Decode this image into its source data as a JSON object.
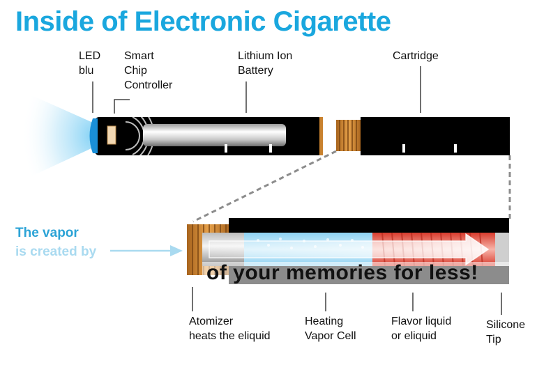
{
  "title": "Inside of Electronic Cigarette",
  "labels": {
    "led": [
      "LED",
      "blu"
    ],
    "chip": [
      "Smart",
      "Chip",
      "Controller"
    ],
    "battery": [
      "Lithium Ion",
      "Battery"
    ],
    "cartridge": "Cartridge",
    "atomizer": [
      "Atomizer",
      "heats the eliquid"
    ],
    "heating": [
      "Heating",
      "Vapor Cell"
    ],
    "flavor": [
      "Flavor liquid",
      "or eliquid"
    ],
    "silicone": [
      "Silicone",
      "Tip"
    ]
  },
  "vapor_callout": {
    "line1": "The vapor",
    "line2": "is created by"
  },
  "overlay_caption": "of your memories for less!",
  "colors": {
    "title": "#1aa7de",
    "led_blue": "#1a8fd8",
    "copper": "#c9822f",
    "body": "#000000",
    "vapor_dark": "#2ba3d6",
    "vapor_light": "#a9daf0",
    "flavor": "#e0493a"
  }
}
